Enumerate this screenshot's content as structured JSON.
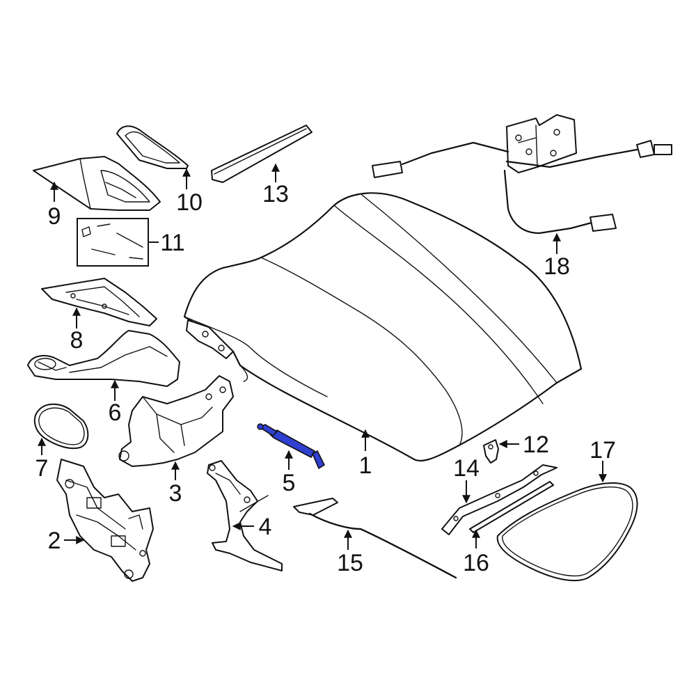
{
  "diagram": {
    "highlight_color": "#2f3fcf",
    "line_color": "#111111",
    "highlighted_callout": "5",
    "callouts": [
      {
        "id": "c1",
        "label": "1"
      },
      {
        "id": "c2",
        "label": "2"
      },
      {
        "id": "c3",
        "label": "3"
      },
      {
        "id": "c4",
        "label": "4"
      },
      {
        "id": "c5",
        "label": "5"
      },
      {
        "id": "c6",
        "label": "6"
      },
      {
        "id": "c7",
        "label": "7"
      },
      {
        "id": "c8",
        "label": "8"
      },
      {
        "id": "c9",
        "label": "9"
      },
      {
        "id": "c10",
        "label": "10"
      },
      {
        "id": "c11",
        "label": "11"
      },
      {
        "id": "c12",
        "label": "12"
      },
      {
        "id": "c13",
        "label": "13"
      },
      {
        "id": "c14",
        "label": "14"
      },
      {
        "id": "c15",
        "label": "15"
      },
      {
        "id": "c16",
        "label": "16"
      },
      {
        "id": "c17",
        "label": "17"
      },
      {
        "id": "c18",
        "label": "18"
      }
    ]
  }
}
